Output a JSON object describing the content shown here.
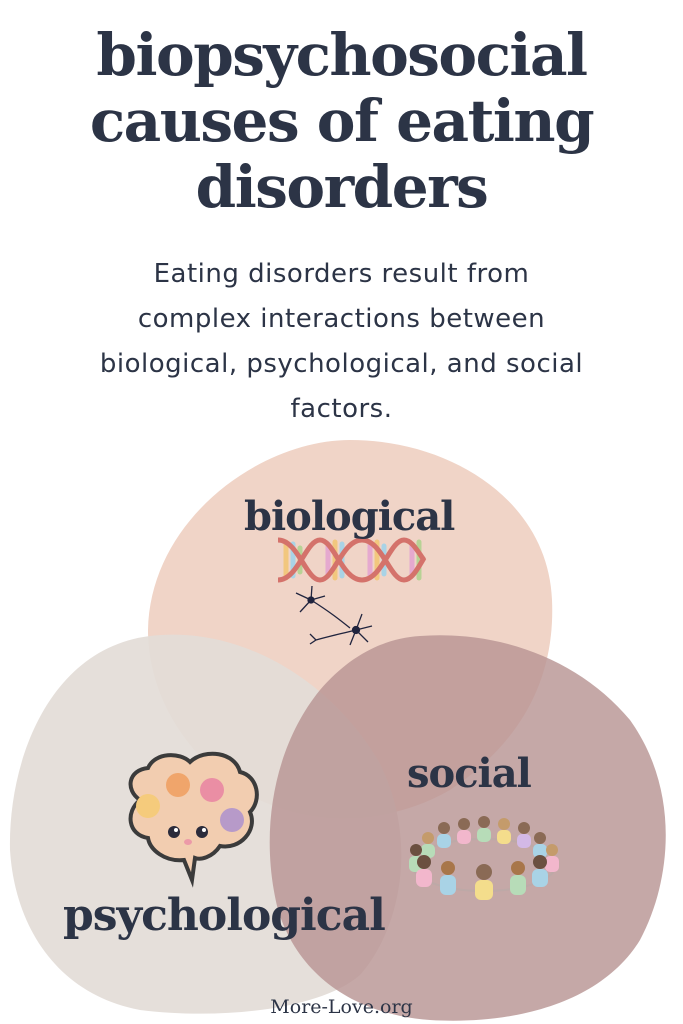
{
  "header": {
    "title_lines": [
      "biopsychosocial",
      "causes of eating",
      "disorders"
    ],
    "subtitle_lines": [
      "Eating disorders result from",
      "complex interactions between",
      "biological, psychological, and social",
      "factors."
    ]
  },
  "venn": {
    "circles": [
      {
        "label": "biological",
        "icon": "dna-and-neurons-icon",
        "color": "#f0d4c7"
      },
      {
        "label": "psychological",
        "icon": "cute-brain-icon",
        "color": "#e6e0da"
      },
      {
        "label": "social",
        "icon": "people-circle-icon",
        "color": "#c3a6a5"
      }
    ]
  },
  "footer": {
    "source": "More-Love.org"
  },
  "colors": {
    "text": "#2c3446",
    "biological_fill": "#f0d4c7",
    "psychological_fill": "#e6e0da",
    "social_fill": "#c3a6a5",
    "dna_strand": "#d4726b"
  }
}
